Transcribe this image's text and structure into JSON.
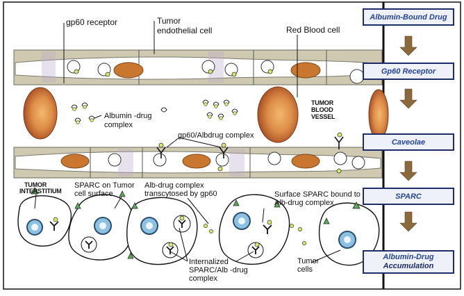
{
  "labels": {
    "gp60_receptor": "gp60 receptor",
    "tumor_endothelial_line1": "Tumor",
    "tumor_endothelial_line2": "endothelial cell",
    "red_blood_cell": "Red Blood cell",
    "albumin_drug_line1": "Albumin -drug",
    "albumin_drug_line2": "complex",
    "tumor_blood_vessel_line1": "TUMOR",
    "tumor_blood_vessel_line2": "BLOOD",
    "tumor_blood_vessel_line3": "VESSEL",
    "gp60_albdrug_complex": "gp60/Albdrug complex",
    "tumor_interstitium_line1": "TUMOR",
    "tumor_interstitium_line2": "INTERSTITIUM",
    "sparc_on_tumor_line1": "SPARC on Tumor",
    "sparc_on_tumor_line2": "cell surface",
    "alb_drug_transcytosed_line1": "Alb-drug complex",
    "alb_drug_transcytosed_line2": "transcytosed by gp60",
    "surface_sparc_line1": "Surface SPARC bound to",
    "surface_sparc_line2": "Alb-drug complex",
    "internalized_line1": "Internalized",
    "internalized_line2": "SPARC/Alb -drug",
    "internalized_line3": "complex",
    "tumor_cells_line1": "Tumor",
    "tumor_cells_line2": "cells"
  },
  "flow_steps": [
    {
      "line1": "Albumin-Bound Drug",
      "line2": ""
    },
    {
      "line1": "Gp60 Receptor",
      "line2": ""
    },
    {
      "line1": "Caveolae",
      "line2": ""
    },
    {
      "line1": "SPARC",
      "line2": ""
    },
    {
      "line1": "Albumin-Drug",
      "line2": "Accumulation"
    }
  ],
  "colors": {
    "endothelium": "#cfc9b2",
    "nucleus": "#c9772e",
    "rbc_outer": "#b85a2a",
    "rbc_inner": "#e9a15a",
    "nucleus_blue": "#8cc1e2",
    "drug_green": "#d8e868",
    "marker_green": "#5da85a",
    "box_border": "#1e2d6a",
    "box_text": "#24439a",
    "arrow_brown": "#8a6a3a"
  }
}
